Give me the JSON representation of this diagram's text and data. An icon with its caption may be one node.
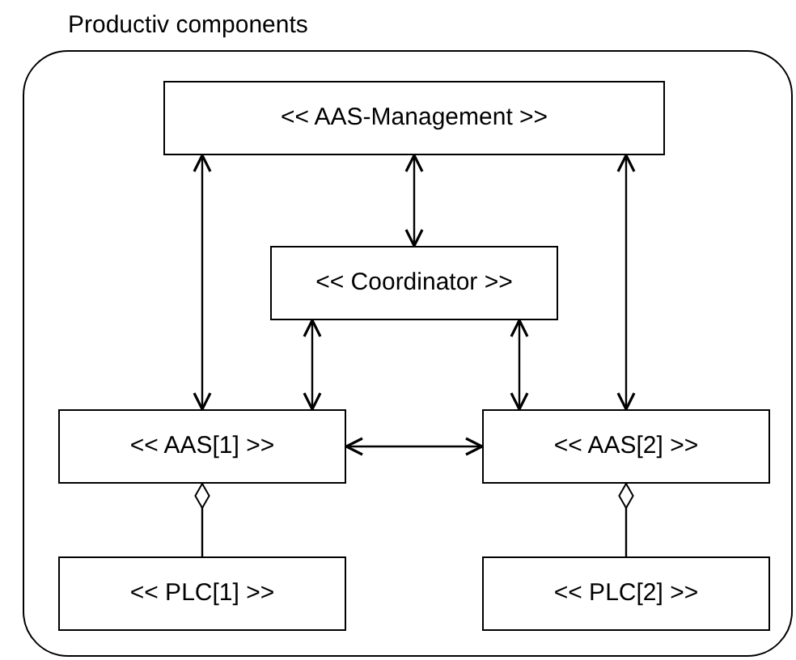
{
  "diagram": {
    "nodes": [
      {
        "text": [
          "Productiv components"
        ]
      },
      {
        "text": [
          "<< AAS-Management >>"
        ],
        "in": 0
      },
      {
        "text": [
          "<< Coordinator >>"
        ],
        "in": 0
      },
      {
        "text": [
          "<< AAS[1] >>"
        ],
        "in": 0
      },
      {
        "text": [
          "<< AAS[2] >>"
        ],
        "in": 0
      },
      {
        "text": [
          "<< PLC[1] >>"
        ],
        "in": 0
      },
      {
        "text": [
          "<< PLC[2] >>"
        ],
        "in": 0
      }
    ],
    "edges": [
      {
        "from": 1,
        "to": 3,
        "arrow": "both"
      },
      {
        "from": 1,
        "to": 2,
        "arrow": "both"
      },
      {
        "from": 1,
        "to": 4,
        "arrow": "both"
      },
      {
        "from": 2,
        "to": 3,
        "arrow": "both"
      },
      {
        "from": 2,
        "to": 4,
        "arrow": "both"
      },
      {
        "from": 3,
        "to": 4,
        "arrow": "both"
      },
      {
        "from": 5,
        "to": 3,
        "arrow": "other"
      },
      {
        "from": 6,
        "to": 4,
        "arrow": "other"
      }
    ]
  }
}
